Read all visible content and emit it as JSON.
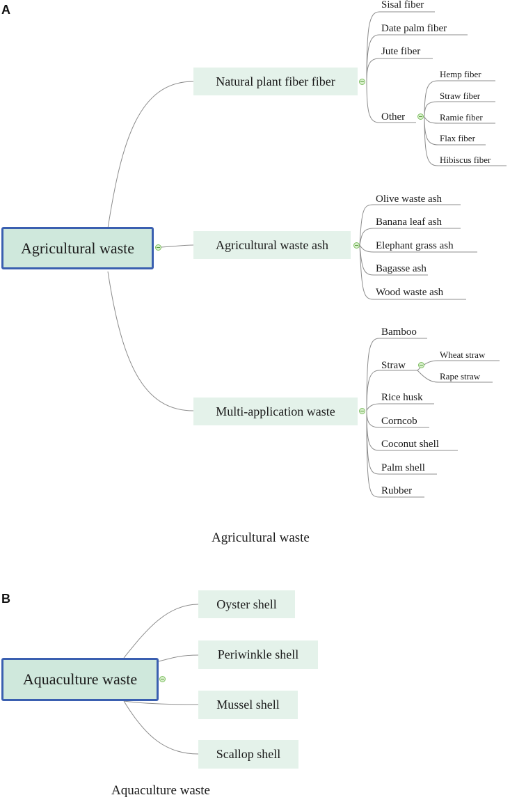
{
  "panel_a": {
    "letter": "A",
    "root": "Agricultural waste",
    "branches": [
      {
        "label": "Natural plant fiber fiber",
        "leaves": [
          "Sisal fiber",
          "Date palm fiber",
          "Jute fiber",
          "Other"
        ],
        "other_subitems": [
          "Hemp fiber",
          "Straw fiber",
          "Ramie fiber",
          "Flax fiber",
          "Hibiscus fiber"
        ]
      },
      {
        "label": "Agricultural waste ash",
        "leaves": [
          "Olive waste ash",
          "Banana leaf ash",
          "Elephant grass ash",
          "Bagasse ash",
          "Wood waste ash"
        ]
      },
      {
        "label": "Multi-application waste",
        "leaves": [
          "Bamboo",
          "Straw",
          "Rice husk",
          "Corncob",
          "Coconut shell",
          "Palm shell",
          "Rubber"
        ],
        "straw_subitems": [
          "Wheat straw",
          "Rape straw"
        ]
      }
    ],
    "caption": "Agricultural waste"
  },
  "panel_b": {
    "letter": "B",
    "root": "Aquaculture waste",
    "branches": [
      "Oyster shell",
      "Periwinkle shell",
      "Mussel shell",
      "Scallop shell"
    ],
    "caption": "Aquaculture waste"
  },
  "colors": {
    "root_fill": "#cfe8dc",
    "root_border": "#3a5fb0",
    "branch_fill": "#e4f2ea",
    "line": "#8c8c8c",
    "collapse_icon": "#7fbf63"
  }
}
